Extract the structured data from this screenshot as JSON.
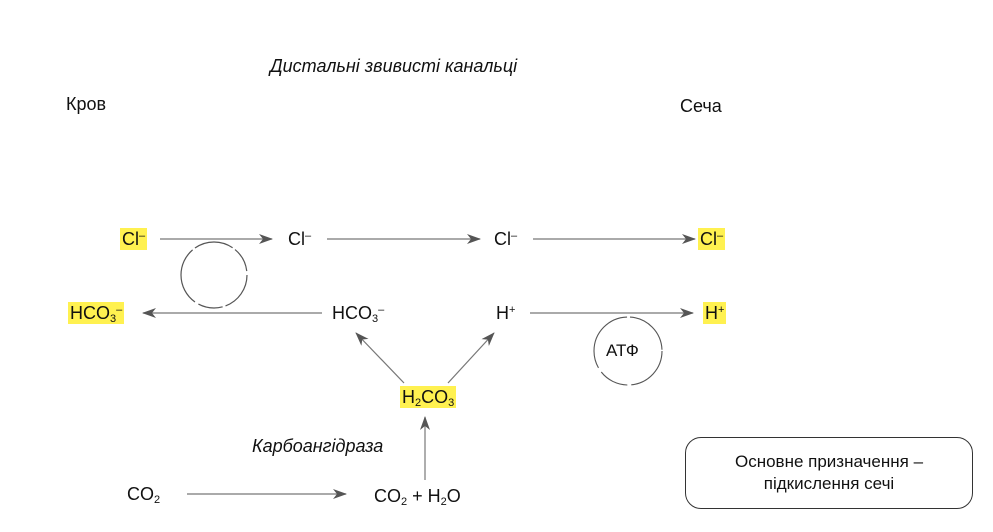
{
  "title": "Дистальні звивисті канальці",
  "blood_label": "Кров",
  "urine_label": "Сеча",
  "species": {
    "cl_blood": {
      "base": "Cl",
      "sup": "–"
    },
    "cl_cell1": {
      "base": "Cl",
      "sup": "–"
    },
    "cl_cell2": {
      "base": "Cl",
      "sup": "–"
    },
    "cl_urine": {
      "base": "Cl",
      "sup": "–"
    },
    "hco3_blood": {
      "base": "HCO",
      "sub": "3",
      "sup": "–"
    },
    "hco3_cell": {
      "base": "HCO",
      "sub": "3",
      "sup": "–"
    },
    "h_cell": {
      "base": "H",
      "sup": "+"
    },
    "h_urine": {
      "base": "H",
      "sup": "+"
    },
    "h2co3": {
      "p1": "H",
      "s1": "2",
      "p2": "CO",
      "s2": "3"
    },
    "co2": {
      "p1": "CO",
      "s1": "2"
    },
    "co2_h2o": {
      "p1": "CO",
      "s1": "2",
      "p2": " + H",
      "s2": "2",
      "p3": "O"
    }
  },
  "atp_label": "АТФ",
  "enzyme_label": "Карбоангідраза",
  "note": {
    "line1": "Основне призначення –",
    "line2": "підкислення сечі"
  },
  "colors": {
    "highlight": "#fff150",
    "arrow": "#555555",
    "text": "#111111"
  }
}
